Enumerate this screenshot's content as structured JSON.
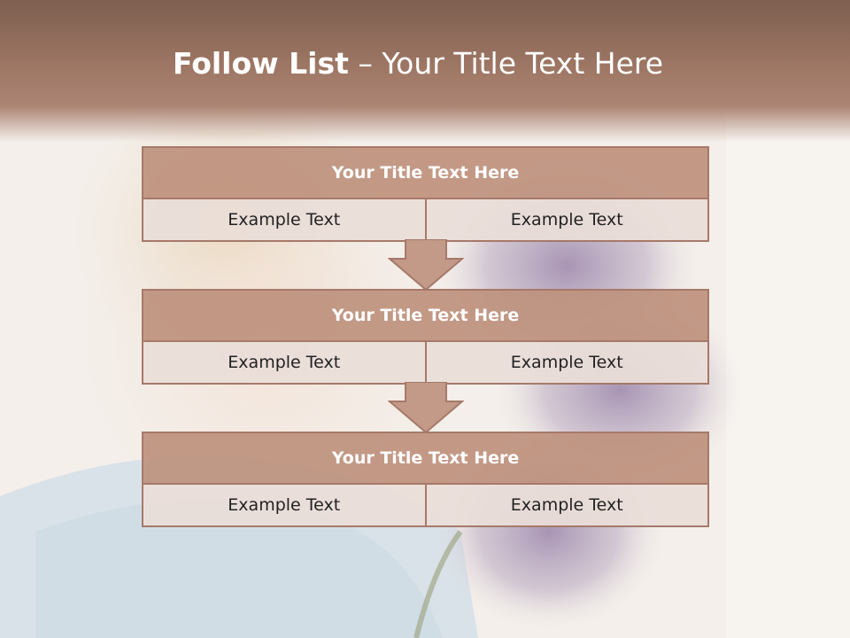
{
  "title": {
    "bold_part": "Follow List",
    "rest_part": " – Your Title Text Here"
  },
  "blocks": [
    {
      "title": "Your Title Text Here",
      "left_text": "Example Text",
      "right_text": "Example Text"
    },
    {
      "title": "Your Title Text Here",
      "left_text": "Example Text",
      "right_text": "Example Text"
    },
    {
      "title": "Your Title Text Here",
      "left_text": "Example Text",
      "right_text": "Example Text"
    }
  ],
  "colors": {
    "header_band": "#9c7563",
    "block_title_fill": "#be917d",
    "block_cell_fill": "#eaded8",
    "border": "#a6796a",
    "arrow_fill": "#c29a87"
  },
  "icons": {
    "arrow": "down-arrow-icon"
  }
}
